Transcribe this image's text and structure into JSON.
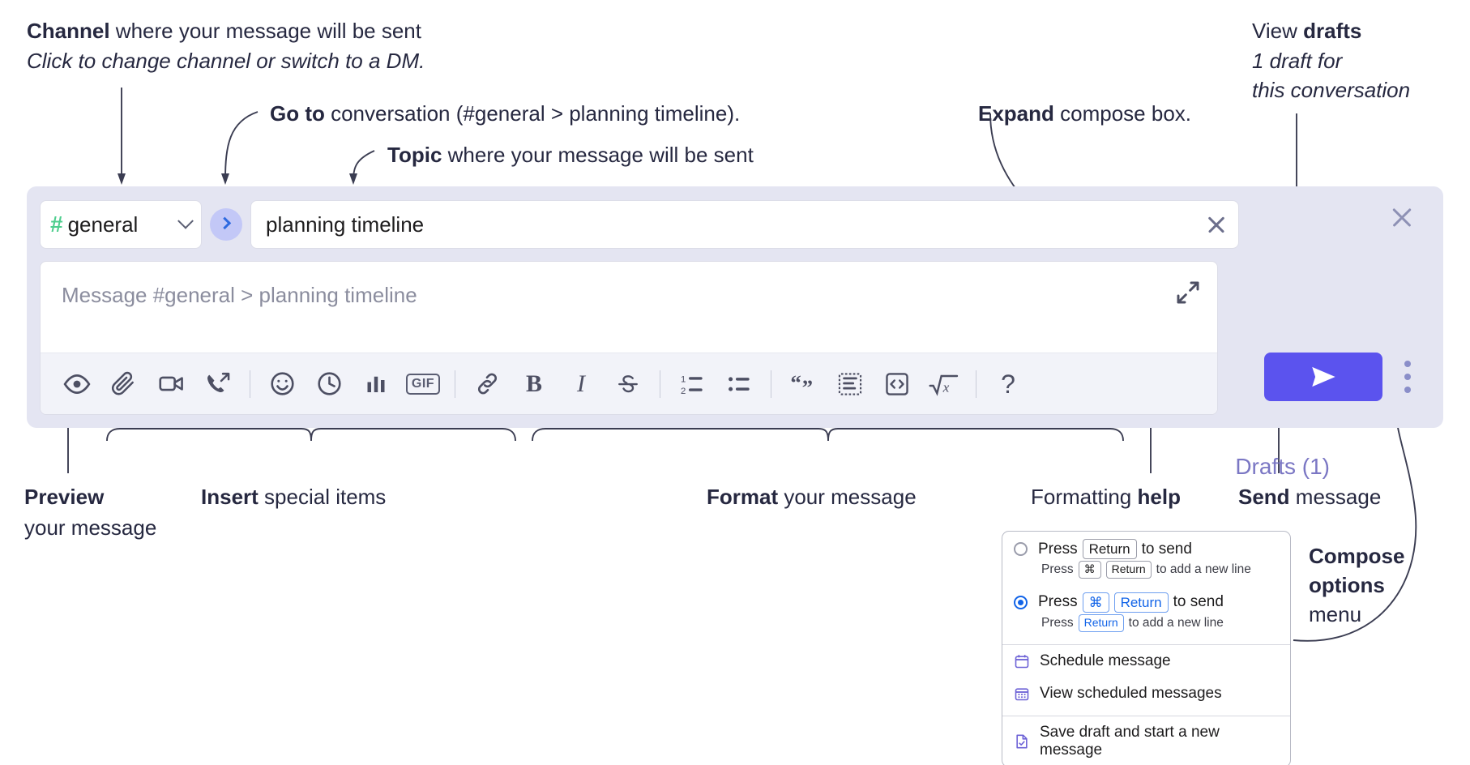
{
  "annotations": {
    "channel": {
      "bold": "Channel",
      "rest": " where your message will be sent",
      "sub": "Click to change channel or switch to a DM."
    },
    "goto": {
      "bold": "Go to",
      "rest": " conversation (#general > planning timeline)."
    },
    "topic": {
      "bold": "Topic",
      "rest": " where your message will be sent"
    },
    "expand": {
      "bold": "Expand",
      "rest": " compose box."
    },
    "drafts": {
      "bold": "drafts",
      "pre": "View ",
      "sub1": "1 draft for",
      "sub2": "this conversation"
    },
    "preview": {
      "bold": "Preview",
      "sub": "your message"
    },
    "insert": {
      "bold": "Insert",
      "rest": " special items"
    },
    "format": {
      "bold": "Format",
      "rest": " your message"
    },
    "help": {
      "pre": "Formatting ",
      "bold": "help"
    },
    "send": {
      "bold": "Send",
      "rest": " message"
    },
    "compose_options": {
      "line1": "Compose",
      "line2": "options",
      "line3": "menu"
    }
  },
  "compose": {
    "channel_name": "general",
    "hash_symbol": "#",
    "topic_value": "planning timeline",
    "message_placeholder": "Message #general > planning timeline",
    "drafts_label": "Drafts (1)"
  },
  "toolbar": {
    "items": [
      {
        "name": "preview-icon",
        "label": "Preview"
      },
      {
        "name": "attachment-icon",
        "label": "Attach file"
      },
      {
        "name": "video-icon",
        "label": "Record video clip"
      },
      {
        "name": "audio-icon",
        "label": "Record audio clip"
      },
      {
        "name": "separator",
        "label": ""
      },
      {
        "name": "emoji-icon",
        "label": "Emoji"
      },
      {
        "name": "clock-icon",
        "label": "Reminder"
      },
      {
        "name": "poll-icon",
        "label": "Poll"
      },
      {
        "name": "gif-icon",
        "label": "GIF"
      },
      {
        "name": "separator",
        "label": ""
      },
      {
        "name": "link-icon",
        "label": "Link"
      },
      {
        "name": "bold-icon",
        "label": "B"
      },
      {
        "name": "italic-icon",
        "label": "I"
      },
      {
        "name": "strikethrough-icon",
        "label": "S"
      },
      {
        "name": "separator",
        "label": ""
      },
      {
        "name": "ordered-list-icon",
        "label": "Ordered list"
      },
      {
        "name": "bulleted-list-icon",
        "label": "Bulleted list"
      },
      {
        "name": "separator",
        "label": ""
      },
      {
        "name": "blockquote-icon",
        "label": "Blockquote"
      },
      {
        "name": "code-block-icon",
        "label": "Code block"
      },
      {
        "name": "code-icon",
        "label": "Code"
      },
      {
        "name": "latex-icon",
        "label": "Math"
      },
      {
        "name": "separator",
        "label": ""
      },
      {
        "name": "help-icon",
        "label": "?"
      }
    ]
  },
  "options_menu": {
    "option1": {
      "selected": false,
      "pre": "Press",
      "key1": "Return",
      "post": "to send",
      "sub_pre": "Press",
      "sub_key1": "⌘",
      "sub_key2": "Return",
      "sub_post": "to add a new line"
    },
    "option2": {
      "selected": true,
      "pre": "Press",
      "key1": "⌘",
      "key2": "Return",
      "post": "to send",
      "sub_pre": "Press",
      "sub_key1": "Return",
      "sub_post": "to add a new line"
    },
    "items": [
      {
        "icon": "calendar-icon",
        "label": "Schedule message"
      },
      {
        "icon": "calendar-grid-icon",
        "label": "View scheduled messages"
      },
      {
        "icon": "save-draft-icon",
        "label": "Save draft and start a new message"
      }
    ]
  },
  "colors": {
    "panel_bg": "#e4e5f2",
    "send_button": "#5b53ee",
    "hash_green": "#4fce8e",
    "goto_circle": "#c3c8f7",
    "drafts_text": "#7b77c4",
    "radio_blue": "#1264e8",
    "menu_icon": "#6d62d6"
  }
}
